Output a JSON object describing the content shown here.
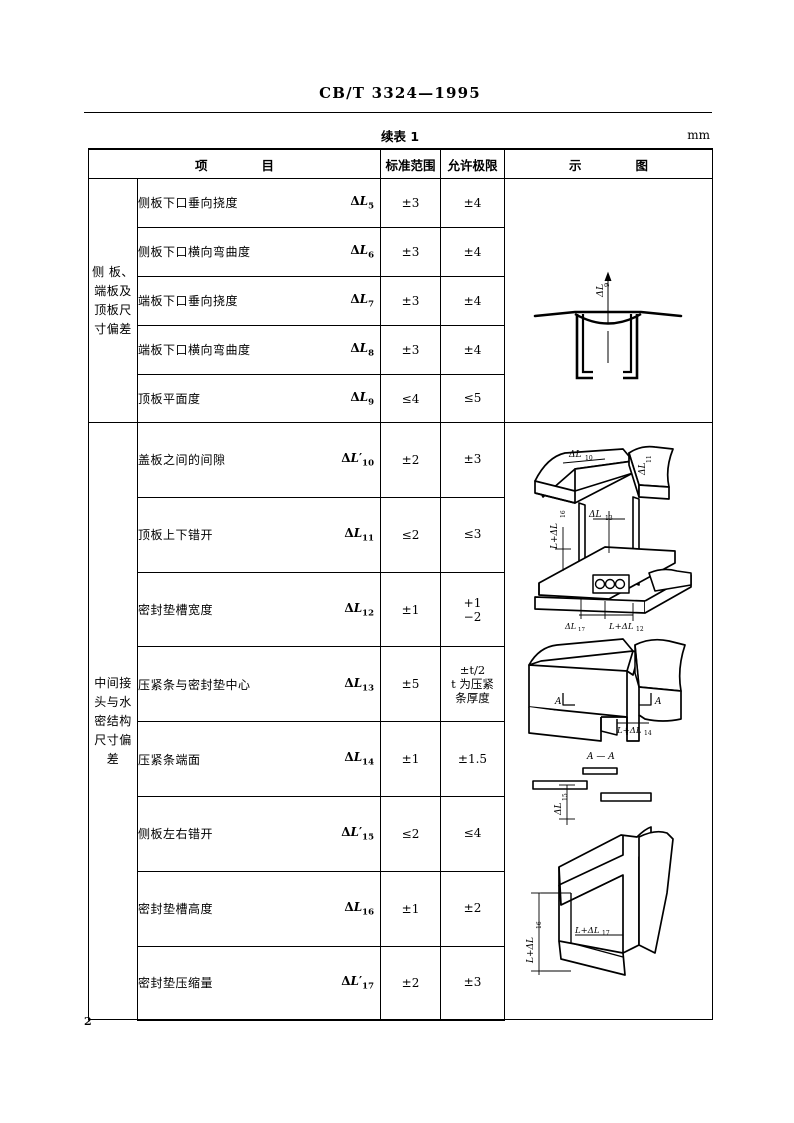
{
  "document": {
    "standard_number": "CB/T 3324—1995",
    "page_number": "2"
  },
  "table": {
    "caption": "续表 1",
    "unit": "mm",
    "headers": {
      "item": "项    目",
      "item_left": "项",
      "item_right": "目",
      "standard_range": "标准范围",
      "allowable_limit": "允许极限",
      "diagram_left": "示",
      "diagram_right": "图"
    },
    "groups": [
      {
        "label": "侧 板、端板及顶板尺寸偏差",
        "label_lines": [
          "侧 板、",
          "端板及",
          "顶板尺",
          "寸偏差"
        ],
        "rows": [
          {
            "name": "侧板下口垂向挠度",
            "symbol_base": "ΔL",
            "symbol_sub": "5",
            "symbol_prime": false,
            "standard_range": "±3",
            "allowable_limit": "±4"
          },
          {
            "name": "侧板下口横向弯曲度",
            "symbol_base": "ΔL",
            "symbol_sub": "6",
            "symbol_prime": false,
            "standard_range": "±3",
            "allowable_limit": "±4"
          },
          {
            "name": "端板下口垂向挠度",
            "symbol_base": "ΔL",
            "symbol_sub": "7",
            "symbol_prime": false,
            "standard_range": "±3",
            "allowable_limit": "±4"
          },
          {
            "name": "端板下口横向弯曲度",
            "symbol_base": "ΔL",
            "symbol_sub": "8",
            "symbol_prime": false,
            "standard_range": "±3",
            "allowable_limit": "±4"
          },
          {
            "name": "顶板平面度",
            "symbol_base": "ΔL",
            "symbol_sub": "9",
            "symbol_prime": false,
            "standard_range": "≤4",
            "allowable_limit": "≤5"
          }
        ]
      },
      {
        "label": "中间接头与水密结构尺寸偏差",
        "label_lines": [
          "中间接",
          "头与水",
          "密结构",
          "尺寸偏",
          "差"
        ],
        "rows": [
          {
            "name": "盖板之间的间隙",
            "symbol_base": "ΔL",
            "symbol_sub": "10",
            "symbol_prime": true,
            "standard_range": "±2",
            "allowable_limit": "±3"
          },
          {
            "name": "顶板上下错开",
            "symbol_base": "ΔL",
            "symbol_sub": "11",
            "symbol_prime": false,
            "standard_range": "≤2",
            "allowable_limit": "≤3"
          },
          {
            "name": "密封垫槽宽度",
            "symbol_base": "ΔL",
            "symbol_sub": "12",
            "symbol_prime": false,
            "standard_range": "±1",
            "allowable_limit_lines": [
              "+1",
              "−2"
            ]
          },
          {
            "name": "压紧条与密封垫中心",
            "symbol_base": "ΔL",
            "symbol_sub": "13",
            "symbol_prime": false,
            "standard_range": "±5",
            "allowable_limit_lines": [
              "±t/2",
              "t 为压紧",
              "条厚度"
            ]
          },
          {
            "name": "压紧条端面",
            "symbol_base": "ΔL",
            "symbol_sub": "14",
            "symbol_prime": false,
            "standard_range": "±1",
            "allowable_limit": "±1.5"
          },
          {
            "name": "侧板左右错开",
            "symbol_base": "ΔL",
            "symbol_sub": "15",
            "symbol_prime": true,
            "standard_range": "≤2",
            "allowable_limit": "≤4"
          },
          {
            "name": "密封垫槽高度",
            "symbol_base": "ΔL",
            "symbol_sub": "16",
            "symbol_prime": false,
            "standard_range": "±1",
            "allowable_limit": "±2"
          },
          {
            "name": "密封垫压缩量",
            "symbol_base": "ΔL",
            "symbol_sub": "17",
            "symbol_prime": true,
            "standard_range": "±2",
            "allowable_limit": "±3"
          }
        ]
      }
    ]
  },
  "diagrams": {
    "group1": {
      "name": "plate-deflection-section-diagram",
      "labels": [
        "ΔL₉"
      ]
    },
    "group2_top": {
      "name": "joint-isometric-diagram",
      "labels": [
        "ΔL₁₀",
        "ΔL₁₁",
        "ΔL₁₃",
        "L+ΔL₁₆",
        "L+ΔL₁₄",
        "L+ΔL₁₂"
      ]
    },
    "group2_mid": {
      "name": "compression-bar-end-diagram",
      "labels": [
        "A",
        "A",
        "L+ΔL₁₄"
      ]
    },
    "group2_bottom": {
      "name": "section-aa-diagram",
      "labels": [
        "A — A",
        "ΔL₁₅",
        "L+ΔL₁₆",
        "L+ΔL₁₇"
      ]
    }
  }
}
